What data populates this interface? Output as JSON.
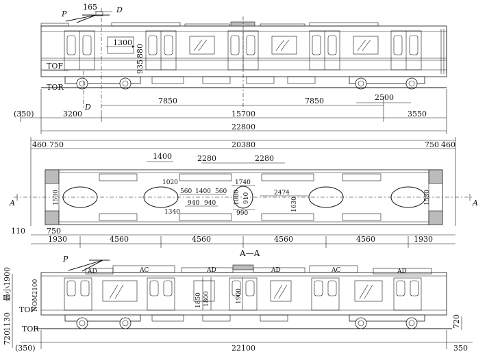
{
  "top_view": {
    "label_p": "P",
    "label_d_top": "D",
    "label_d_bottom": "D",
    "label_tof": "TOF",
    "label_tor": "TOR",
    "dim_165": "165",
    "dim_1300": "1300",
    "dim_880": "880",
    "dim_935": "935",
    "dim_350": "(350)",
    "dim_3200": "3200",
    "dim_7850_left": "7850",
    "dim_15700": "15700",
    "dim_7850_right": "7850",
    "dim_2500": "2500",
    "dim_3550": "3550",
    "dim_22800": "22800"
  },
  "plan_view": {
    "dim_460_left": "460",
    "dim_750_left": "750",
    "dim_20380": "20380",
    "dim_750_right": "750",
    "dim_460_right": "460",
    "dim_1400_top": "1400",
    "dim_2280_a": "2280",
    "dim_2280_b": "2280",
    "dim_1020": "1020",
    "dim_560_a": "560",
    "dim_1400_mid": "1400",
    "dim_560_b": "560",
    "dim_1740": "1740",
    "dim_2474": "2474",
    "dim_1530_left": "1530",
    "dim_1530_right": "1530",
    "dim_1080": "1080",
    "dim_910": "910",
    "dim_1630": "1630",
    "dim_940_a": "940",
    "dim_940_b": "940",
    "dim_1340": "1340",
    "dim_990": "990",
    "label_a_left": "A",
    "label_a_right": "A",
    "dim_110": "110",
    "dim_750_bottom": "750",
    "dim_1930_left": "1930",
    "dim_4560_a": "4560",
    "dim_4560_b": "4560",
    "dim_4560_c": "4560",
    "dim_4560_d": "4560",
    "dim_1930_right": "1930"
  },
  "section_view": {
    "title": "A—A",
    "label_p": "P",
    "label_ad_1": "AD",
    "label_ac_1": "AC",
    "label_ad_2": "AD",
    "label_ad_3": "AD",
    "label_ac_2": "AC",
    "label_ad_4": "AD",
    "label_nom": "NOM2100",
    "label_min": "最小1900",
    "dim_1850": "1850",
    "dim_1800": "1800",
    "dim_1900": "1900",
    "label_tof": "TOF",
    "label_tor": "TOR",
    "dim_1130": "1130",
    "dim_720_left": "720",
    "dim_720_right": "720",
    "dim_350_left": "(350)",
    "dim_22100": "22100",
    "dim_350_right": "350"
  }
}
